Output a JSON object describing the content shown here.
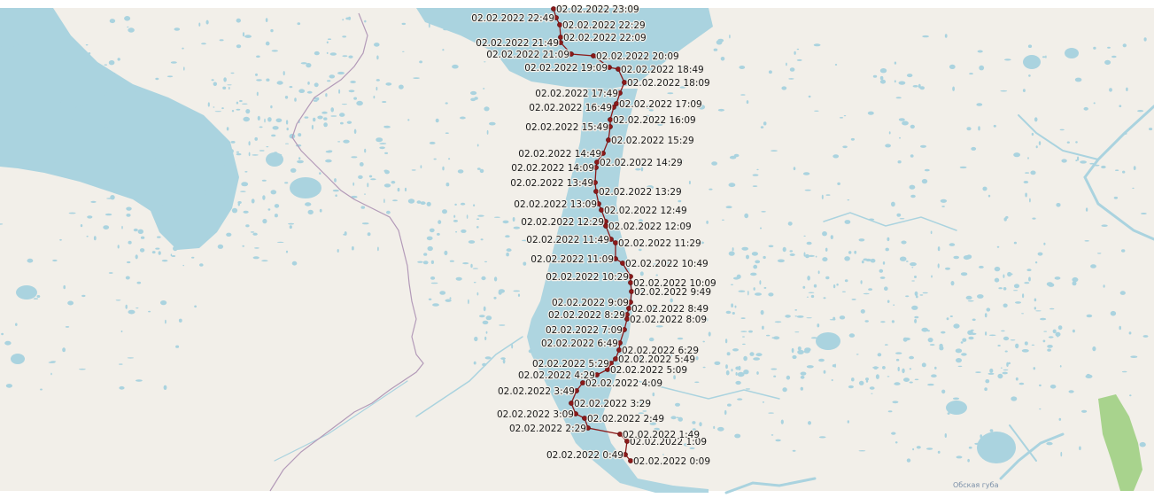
{
  "map": {
    "colors": {
      "land": "#f2efe9",
      "water": "#aad3df",
      "river": "#aad3df",
      "border": "#b39ab8",
      "track": "#8b1a1a",
      "marker": "#8b1a1a",
      "forest": "#a8d38d"
    },
    "place_label": "Обская губа",
    "track": [
      {
        "label": "02.02.2022 0:09",
        "side": "right"
      },
      {
        "label": "02.02.2022 0:49",
        "side": "left"
      },
      {
        "label": "02.02.2022 1:09",
        "side": "right"
      },
      {
        "label": "02.02.2022 1:49",
        "side": "right"
      },
      {
        "label": "02.02.2022 2:29",
        "side": "left"
      },
      {
        "label": "02.02.2022 2:49",
        "side": "right"
      },
      {
        "label": "02.02.2022 3:09",
        "side": "left"
      },
      {
        "label": "02.02.2022 3:29",
        "side": "right"
      },
      {
        "label": "02.02.2022 3:49",
        "side": "left"
      },
      {
        "label": "02.02.2022 4:09",
        "side": "right"
      },
      {
        "label": "02.02.2022 4:29",
        "side": "left"
      },
      {
        "label": "02.02.2022 5:09",
        "side": "right"
      },
      {
        "label": "02.02.2022 5:29",
        "side": "left"
      },
      {
        "label": "02.02.2022 5:49",
        "side": "right"
      },
      {
        "label": "02.02.2022 6:29",
        "side": "right"
      },
      {
        "label": "02.02.2022 6:49",
        "side": "left"
      },
      {
        "label": "02.02.2022 7:09",
        "side": "left"
      },
      {
        "label": "02.02.2022 8:09",
        "side": "right"
      },
      {
        "label": "02.02.2022 8:29",
        "side": "left"
      },
      {
        "label": "02.02.2022 8:49",
        "side": "right"
      },
      {
        "label": "02.02.2022 9:09",
        "side": "left"
      },
      {
        "label": "02.02.2022 9:49",
        "side": "right"
      },
      {
        "label": "02.02.2022 10:09",
        "side": "right"
      },
      {
        "label": "02.02.2022 10:29",
        "side": "left"
      },
      {
        "label": "02.02.2022 10:49",
        "side": "right"
      },
      {
        "label": "02.02.2022 11:09",
        "side": "left"
      },
      {
        "label": "02.02.2022 11:29",
        "side": "right"
      },
      {
        "label": "02.02.2022 11:49",
        "side": "left"
      },
      {
        "label": "02.02.2022 12:09",
        "side": "right"
      },
      {
        "label": "02.02.2022 12:29",
        "side": "left"
      },
      {
        "label": "02.02.2022 12:49",
        "side": "right"
      },
      {
        "label": "02.02.2022 13:09",
        "side": "left"
      },
      {
        "label": "02.02.2022 13:29",
        "side": "right"
      },
      {
        "label": "02.02.2022 13:49",
        "side": "left"
      },
      {
        "label": "02.02.2022 14:09",
        "side": "left"
      },
      {
        "label": "02.02.2022 14:29",
        "side": "right"
      },
      {
        "label": "02.02.2022 14:49",
        "side": "left"
      },
      {
        "label": "02.02.2022 15:29",
        "side": "right"
      },
      {
        "label": "02.02.2022 15:49",
        "side": "left"
      },
      {
        "label": "02.02.2022 16:09",
        "side": "right"
      },
      {
        "label": "02.02.2022 16:49",
        "side": "left"
      },
      {
        "label": "02.02.2022 17:09",
        "side": "right"
      },
      {
        "label": "02.02.2022 17:49",
        "side": "left"
      },
      {
        "label": "02.02.2022 18:09",
        "side": "right"
      },
      {
        "label": "02.02.2022 18:49",
        "side": "right"
      },
      {
        "label": "02.02.2022 19:09",
        "side": "left"
      },
      {
        "label": "02.02.2022 20:09",
        "side": "right"
      },
      {
        "label": "02.02.2022 21:09",
        "side": "left"
      },
      {
        "label": "02.02.2022 21:49",
        "side": "left"
      },
      {
        "label": "02.02.2022 22:09",
        "side": "right"
      },
      {
        "label": "02.02.2022 22:29",
        "side": "right"
      },
      {
        "label": "02.02.2022 22:49",
        "side": "left"
      },
      {
        "label": "02.02.2022 23:09",
        "side": "right"
      }
    ]
  }
}
